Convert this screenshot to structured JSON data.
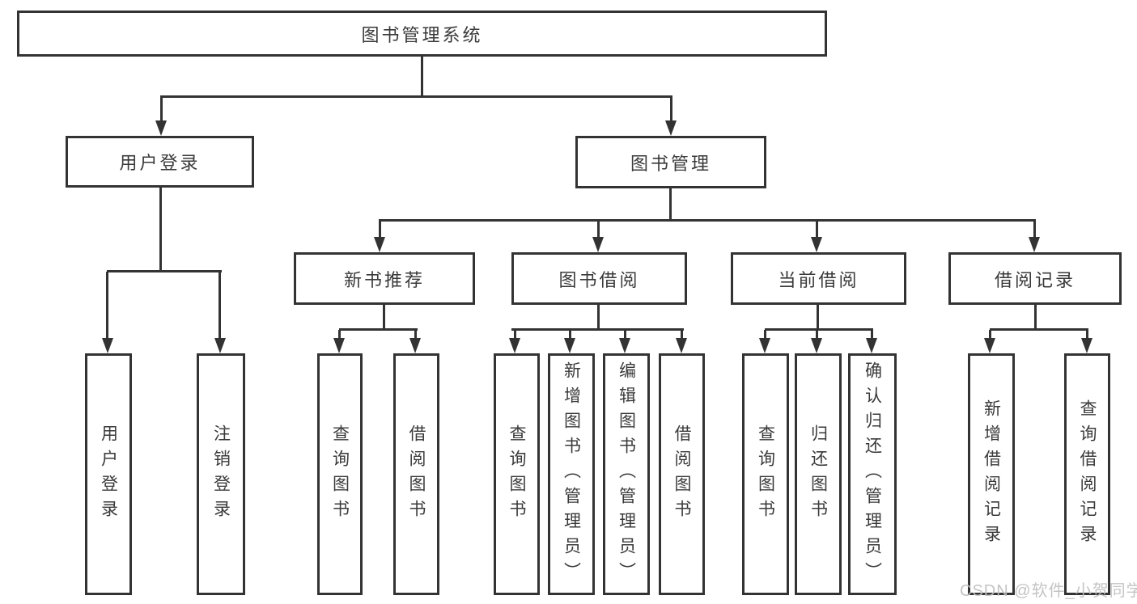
{
  "tree": {
    "root": "图书管理系统",
    "branches": [
      {
        "label": "用户登录",
        "leaves": [
          "用户登录",
          "注销登录"
        ]
      },
      {
        "label": "图书管理",
        "groups": [
          {
            "label": "新书推荐",
            "leaves": [
              "查询图书",
              "借阅图书"
            ]
          },
          {
            "label": "图书借阅",
            "leaves": [
              "查询图书",
              "新增图书（管理员）",
              "编辑图书（管理员）",
              "借阅图书"
            ]
          },
          {
            "label": "当前借阅",
            "leaves": [
              "查询图书",
              "归还图书",
              "确认归还（管理员）"
            ]
          },
          {
            "label": "借阅记录",
            "leaves": [
              "新增借阅记录",
              "查询借阅记录"
            ]
          }
        ]
      }
    ]
  },
  "watermark": "CSDN @软件_小贺同学",
  "colors": {
    "line": "#333333",
    "text": "#3a3a3a",
    "watermark": "#c1c1c1",
    "background": "#ffffff"
  }
}
